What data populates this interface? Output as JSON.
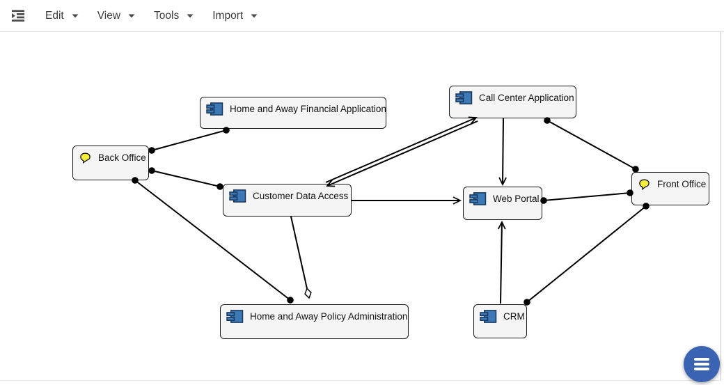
{
  "menu_bar": {
    "items": [
      {
        "label": "Edit"
      },
      {
        "label": "View"
      },
      {
        "label": "Tools"
      },
      {
        "label": "Import"
      }
    ]
  },
  "diagram": {
    "nodes": [
      {
        "label": "Home and Away Financial Application",
        "type": "application-component"
      },
      {
        "label": "Call Center Application",
        "type": "application-component"
      },
      {
        "label": "Back Office",
        "type": "business-function"
      },
      {
        "label": "Customer Data Access",
        "type": "application-component"
      },
      {
        "label": "Web Portal",
        "type": "application-component"
      },
      {
        "label": "Front Office",
        "type": "business-function"
      },
      {
        "label": "Home and Away Policy Administration",
        "type": "application-component"
      },
      {
        "label": "CRM",
        "type": "application-component"
      }
    ]
  },
  "icons": {
    "menu_toggle": "format-indent-increase-icon",
    "menu_caret": "chevron-down-icon",
    "component": "uml-component-icon",
    "business": "speech-balloon-icon",
    "fab": "hamburger-menu-icon"
  },
  "colors": {
    "component_fill": "#3d79b5",
    "component_stroke": "#17365d",
    "business_fill": "#f5ee3a",
    "node_fill": "#f5f5f5",
    "node_border": "#1a1a1a",
    "edge": "#000000",
    "fab": "#3a63b1"
  }
}
